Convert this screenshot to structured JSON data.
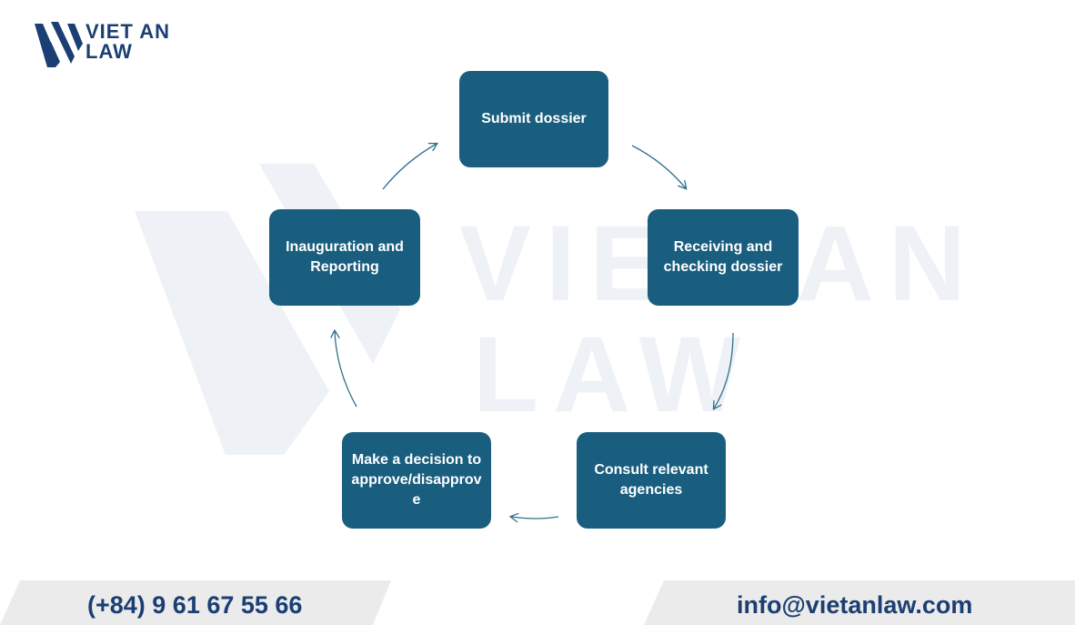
{
  "brand": {
    "line1": "VIET AN",
    "line2": "LAW",
    "logo_icon": "vietan-logo-icon"
  },
  "watermark": {
    "line1": "VIET AN",
    "line2": "LAW"
  },
  "steps": [
    {
      "label": "Submit dossier"
    },
    {
      "label": "Receiving and checking dossier"
    },
    {
      "label": "Consult relevant agencies"
    },
    {
      "label": "Make a decision to approve/disapprove"
    },
    {
      "label": "Inauguration and Reporting"
    }
  ],
  "footer": {
    "phone": "(+84) 9 61 67 55 66",
    "email": "info@vietanlaw.com"
  },
  "colors": {
    "box": "#195d7f",
    "arrow": "#2f6f8f",
    "brand": "#1b3f72",
    "watermark": "#eef0f4",
    "footer_band": "#ebebeb"
  }
}
